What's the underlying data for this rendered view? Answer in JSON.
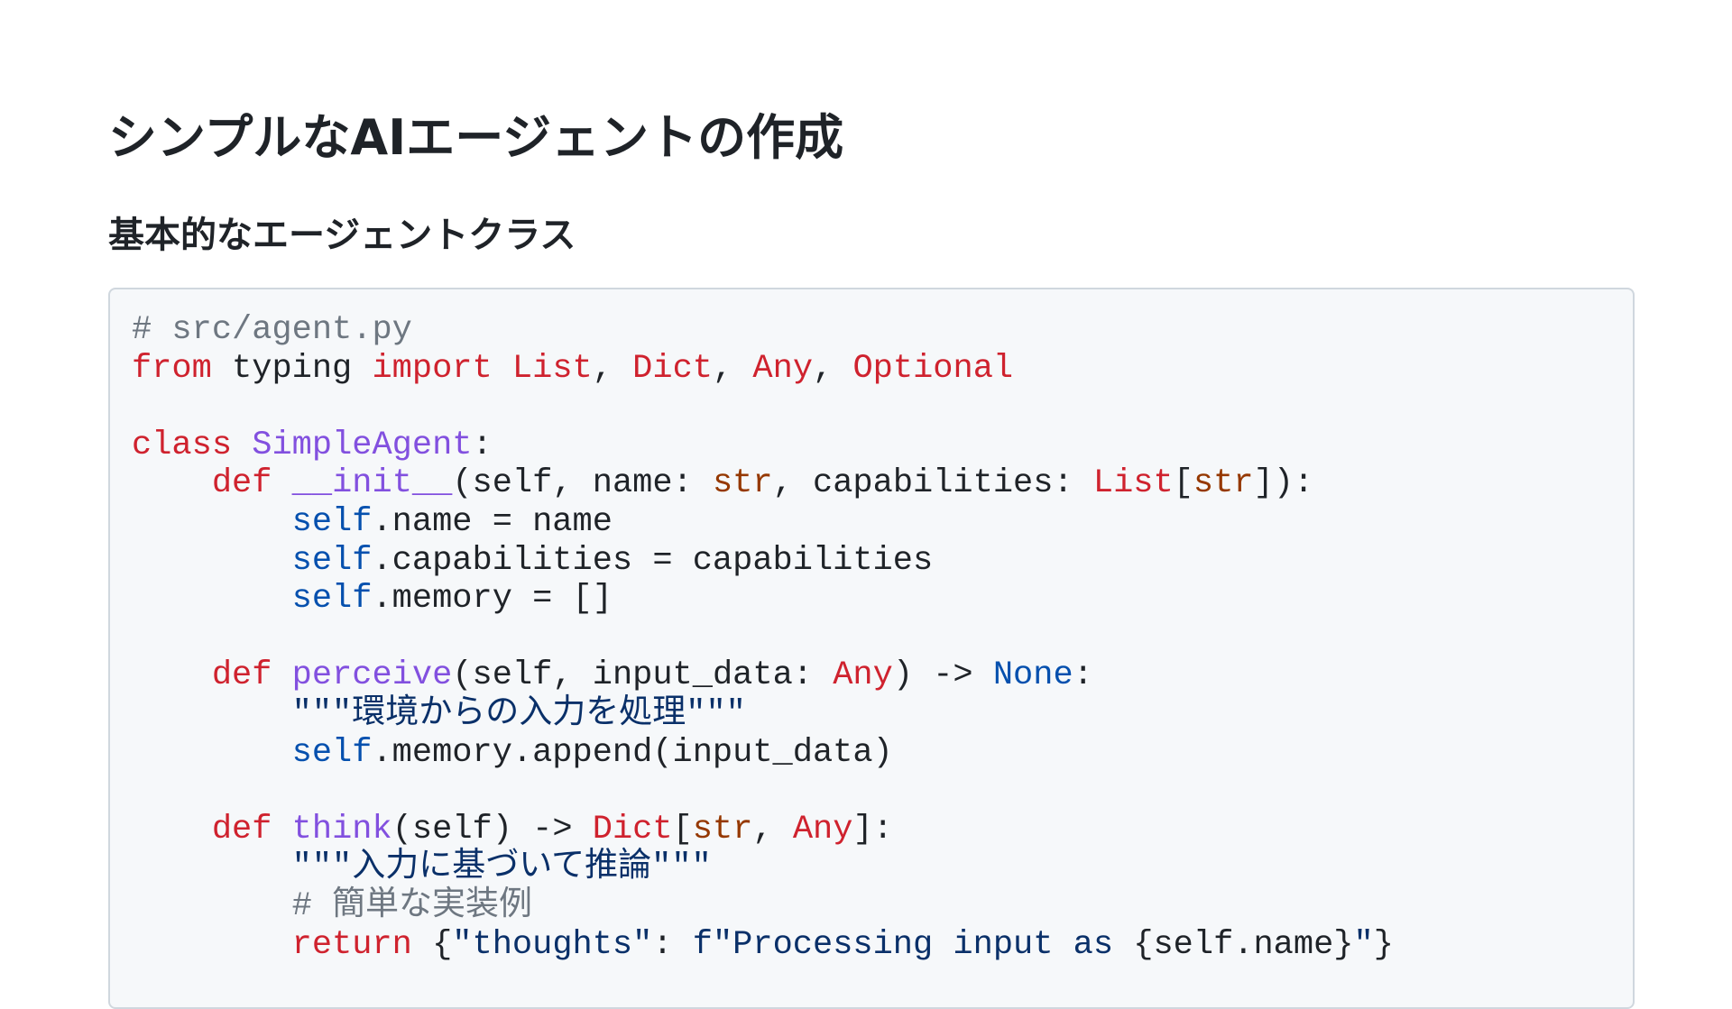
{
  "document": {
    "title": "シンプルなAIエージェントの作成",
    "section_title": "基本的なエージェントクラス"
  },
  "colors": {
    "text": "#1f2328",
    "code_background": "#f6f8fa",
    "code_border": "#d0d7de",
    "comment": "#6e7781",
    "keyword": "#cf222e",
    "class_function_name": "#8250df",
    "builtin_type": "#953800",
    "self_constant": "#0550ae",
    "string": "#0a3069"
  },
  "code": {
    "language": "python",
    "lines": [
      [
        {
          "t": "# src/agent.py",
          "c": "comment"
        }
      ],
      [
        {
          "t": "from",
          "c": "kw"
        },
        {
          "t": " typing ",
          "c": "plain"
        },
        {
          "t": "import",
          "c": "kw"
        },
        {
          "t": " ",
          "c": "plain"
        },
        {
          "t": "List",
          "c": "type"
        },
        {
          "t": ", ",
          "c": "plain"
        },
        {
          "t": "Dict",
          "c": "type"
        },
        {
          "t": ", ",
          "c": "plain"
        },
        {
          "t": "Any",
          "c": "type"
        },
        {
          "t": ", ",
          "c": "plain"
        },
        {
          "t": "Optional",
          "c": "type"
        }
      ],
      [],
      [
        {
          "t": "class",
          "c": "kw"
        },
        {
          "t": " ",
          "c": "plain"
        },
        {
          "t": "SimpleAgent",
          "c": "cls"
        },
        {
          "t": ":",
          "c": "plain"
        }
      ],
      [
        {
          "t": "    ",
          "c": "plain"
        },
        {
          "t": "def",
          "c": "kw"
        },
        {
          "t": " ",
          "c": "plain"
        },
        {
          "t": "__init__",
          "c": "fn"
        },
        {
          "t": "(self, name: ",
          "c": "plain"
        },
        {
          "t": "str",
          "c": "builtin"
        },
        {
          "t": ", capabilities: ",
          "c": "plain"
        },
        {
          "t": "List",
          "c": "type"
        },
        {
          "t": "[",
          "c": "plain"
        },
        {
          "t": "str",
          "c": "builtin"
        },
        {
          "t": "]):",
          "c": "plain"
        }
      ],
      [
        {
          "t": "        ",
          "c": "plain"
        },
        {
          "t": "self",
          "c": "self"
        },
        {
          "t": ".name = name",
          "c": "plain"
        }
      ],
      [
        {
          "t": "        ",
          "c": "plain"
        },
        {
          "t": "self",
          "c": "self"
        },
        {
          "t": ".capabilities = capabilities",
          "c": "plain"
        }
      ],
      [
        {
          "t": "        ",
          "c": "plain"
        },
        {
          "t": "self",
          "c": "self"
        },
        {
          "t": ".memory = []",
          "c": "plain"
        }
      ],
      [],
      [
        {
          "t": "    ",
          "c": "plain"
        },
        {
          "t": "def",
          "c": "kw"
        },
        {
          "t": " ",
          "c": "plain"
        },
        {
          "t": "perceive",
          "c": "fn"
        },
        {
          "t": "(self, input_data: ",
          "c": "plain"
        },
        {
          "t": "Any",
          "c": "type"
        },
        {
          "t": ") -> ",
          "c": "plain"
        },
        {
          "t": "None",
          "c": "const"
        },
        {
          "t": ":",
          "c": "plain"
        }
      ],
      [
        {
          "t": "        ",
          "c": "plain"
        },
        {
          "t": "\"\"\"環境からの入力を処理\"\"\"",
          "c": "str"
        }
      ],
      [
        {
          "t": "        ",
          "c": "plain"
        },
        {
          "t": "self",
          "c": "self"
        },
        {
          "t": ".memory.append(input_data)",
          "c": "plain"
        }
      ],
      [],
      [
        {
          "t": "    ",
          "c": "plain"
        },
        {
          "t": "def",
          "c": "kw"
        },
        {
          "t": " ",
          "c": "plain"
        },
        {
          "t": "think",
          "c": "fn"
        },
        {
          "t": "(self) -> ",
          "c": "plain"
        },
        {
          "t": "Dict",
          "c": "type"
        },
        {
          "t": "[",
          "c": "plain"
        },
        {
          "t": "str",
          "c": "builtin"
        },
        {
          "t": ", ",
          "c": "plain"
        },
        {
          "t": "Any",
          "c": "type"
        },
        {
          "t": "]:",
          "c": "plain"
        }
      ],
      [
        {
          "t": "        ",
          "c": "plain"
        },
        {
          "t": "\"\"\"入力に基づいて推論\"\"\"",
          "c": "str"
        }
      ],
      [
        {
          "t": "        ",
          "c": "plain"
        },
        {
          "t": "# 簡単な実装例",
          "c": "comment"
        }
      ],
      [
        {
          "t": "        ",
          "c": "plain"
        },
        {
          "t": "return",
          "c": "kw"
        },
        {
          "t": " {",
          "c": "plain"
        },
        {
          "t": "\"thoughts\"",
          "c": "str"
        },
        {
          "t": ": ",
          "c": "plain"
        },
        {
          "t": "f\"Processing input as ",
          "c": "str"
        },
        {
          "t": "{self.name}",
          "c": "plain"
        },
        {
          "t": "\"",
          "c": "str"
        },
        {
          "t": "}",
          "c": "plain"
        }
      ]
    ]
  }
}
